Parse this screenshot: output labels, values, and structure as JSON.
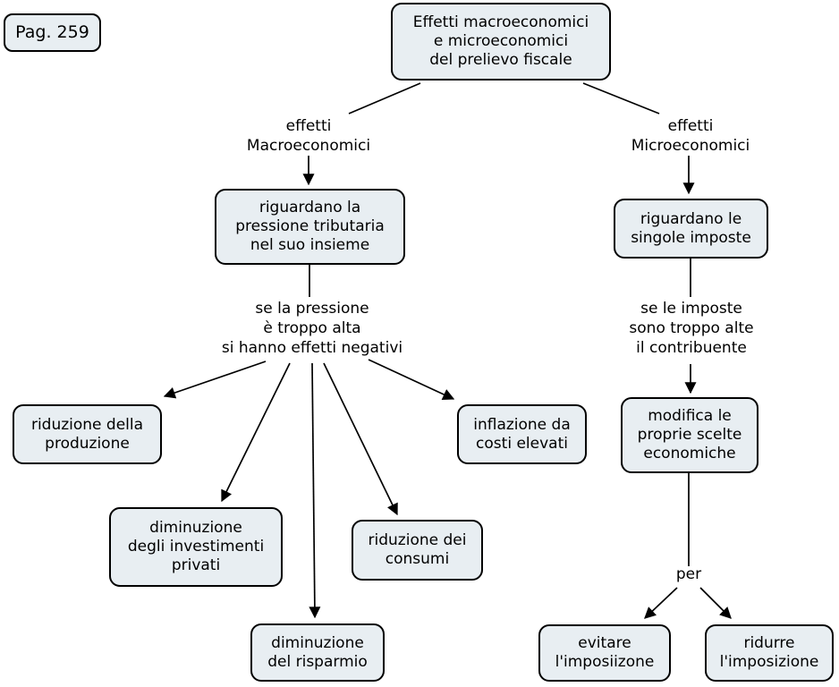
{
  "colors": {
    "node_fill": "#e8eef2",
    "node_border": "#000000",
    "background": "#ffffff",
    "edge": "#000000",
    "text": "#000000"
  },
  "page_tag": {
    "label": "Pag. 259"
  },
  "nodes": {
    "root": {
      "label": "Effetti macroeconomici\ne microeconomici\ndel prelievo fiscale"
    },
    "macro_branch": {
      "label": "effetti\nMacroeconomici"
    },
    "micro_branch": {
      "label": "effetti\nMicroeconomici"
    },
    "pressione": {
      "label": "riguardano la\npressione tributaria\nnel suo insieme"
    },
    "singole": {
      "label": "riguardano le\nsingole imposte"
    },
    "pressione_alta": {
      "label": "se la pressione\nè troppo alta\nsi hanno effetti negativi"
    },
    "imposte_alte": {
      "label": "se le imposte\nsono troppo alte\nil contribuente"
    },
    "riduzione_produzione": {
      "label": "riduzione della\nproduzione"
    },
    "investimenti": {
      "label": "diminuzione\ndegli investimenti\nprivati"
    },
    "risparmio": {
      "label": "diminuzione\ndel risparmio"
    },
    "consumi": {
      "label": "riduzione dei\nconsumi"
    },
    "inflazione": {
      "label": "inflazione da\ncosti elevati"
    },
    "modifica": {
      "label": "modifica le\nproprie scelte\neconomiche"
    },
    "per_link": {
      "label": "per"
    },
    "evitare": {
      "label": "evitare\nl'imposiizone"
    },
    "ridurre": {
      "label": "ridurre\nl'imposizione"
    }
  }
}
